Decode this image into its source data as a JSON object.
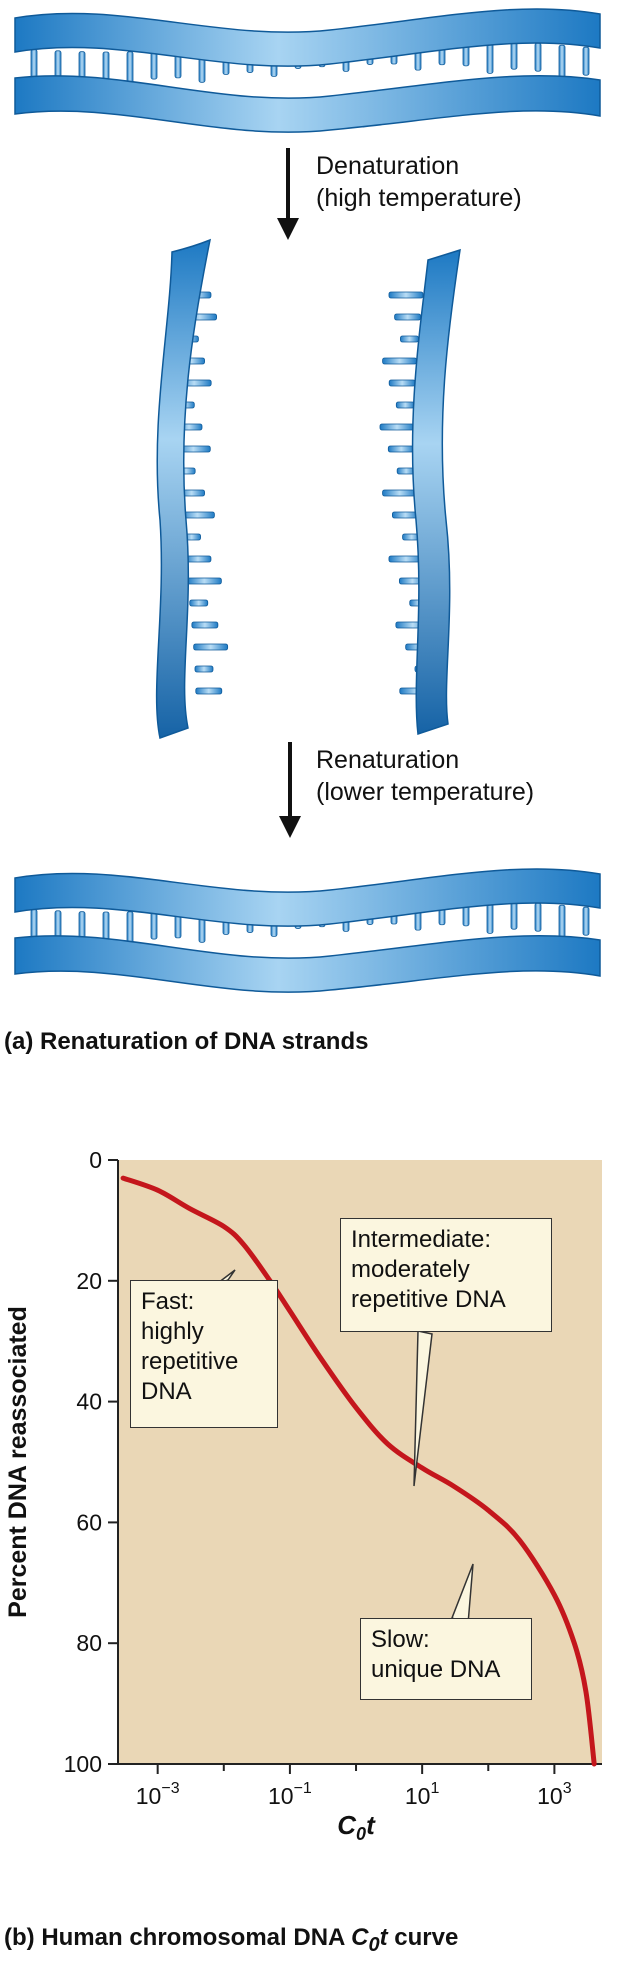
{
  "panel_a": {
    "step1": {
      "line1": "Denaturation",
      "line2": "(high temperature)"
    },
    "step2": {
      "line1": "Renaturation",
      "line2": "(lower temperature)"
    },
    "caption": "(a) Renaturation of DNA strands"
  },
  "panel_b": {
    "caption_prefix": "(b) Human chromosomal DNA ",
    "caption_c": "C",
    "caption_sub": "0",
    "caption_t": "t",
    "caption_suffix": " curve",
    "callouts": {
      "fast": [
        "Fast:",
        "highly",
        "repetitive",
        "DNA"
      ],
      "intermediate": [
        "Intermediate:",
        "moderately",
        "repetitive DNA"
      ],
      "slow": [
        "Slow:",
        "unique DNA"
      ]
    }
  },
  "colors": {
    "strand_light": "#a8d4f2",
    "strand_dark": "#1d79c3",
    "curve": "#c4161c",
    "plot_bg": "#ead7b6"
  },
  "chart_data": {
    "type": "line",
    "xlabel": "C0t",
    "ylabel": "Percent DNA reassociated",
    "x_scale": "log",
    "y_inverted": true,
    "ylim": [
      0,
      100
    ],
    "yticks": [
      0,
      20,
      40,
      60,
      80,
      100
    ],
    "xticks": [
      "10^-3",
      "10^-1",
      "10^1",
      "10^3"
    ],
    "series": [
      {
        "x": [
          0.0003,
          0.001,
          0.003,
          0.01,
          0.02,
          0.05,
          0.1,
          0.3,
          1,
          3,
          10,
          30,
          100,
          300,
          1000,
          2000,
          3000,
          4000
        ],
        "y": [
          3,
          5,
          8,
          11,
          14,
          20,
          25,
          33,
          41,
          47,
          51,
          54,
          58,
          63,
          72,
          80,
          88,
          100
        ]
      }
    ]
  }
}
